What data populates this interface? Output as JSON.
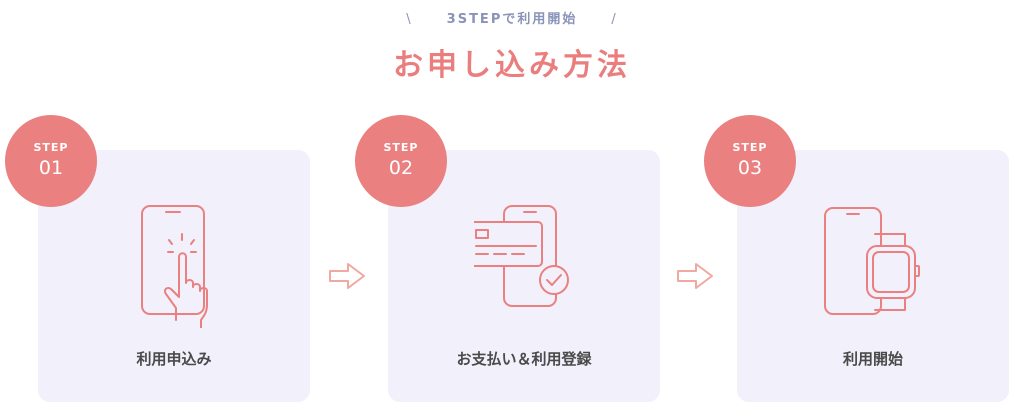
{
  "header": {
    "eyebrow": "3STEPで利用開始",
    "title": "お申し込み方法"
  },
  "steps": [
    {
      "step_word": "STEP",
      "number": "01",
      "label": "利用申込み",
      "icon": "phone-tap-icon"
    },
    {
      "step_word": "STEP",
      "number": "02",
      "label": "お支払い＆利用登録",
      "icon": "card-payment-check-icon"
    },
    {
      "step_word": "STEP",
      "number": "03",
      "label": "利用開始",
      "icon": "phone-smartwatch-icon"
    }
  ],
  "colors": {
    "accent": "#ea8080",
    "card_bg": "#f1f0fb",
    "eyebrow": "#8a93b8",
    "text": "#4a4a4a"
  }
}
